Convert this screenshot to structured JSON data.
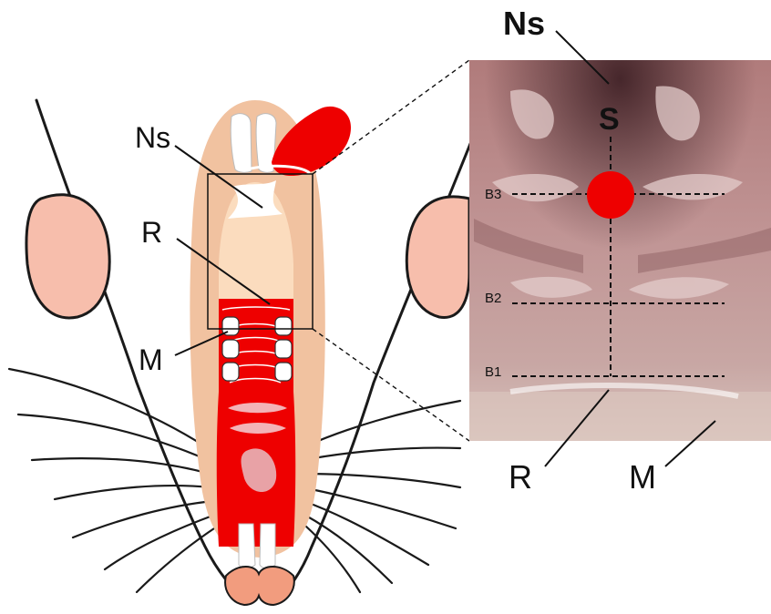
{
  "figure": {
    "left_labels": {
      "ns": "Ns",
      "r": "R",
      "m": "M"
    },
    "photo_labels": {
      "ns": "Ns",
      "s": "S",
      "r": "R",
      "m": "M",
      "b3": "B3",
      "b2": "B2",
      "b1": "B1"
    },
    "colors": {
      "red": "#ee0000",
      "skin": "#f1c2a0",
      "ear": "#f7beac",
      "palate_light": "#fbdcbe",
      "nose": "#f29c7e",
      "photo_base": "#b58989"
    }
  }
}
